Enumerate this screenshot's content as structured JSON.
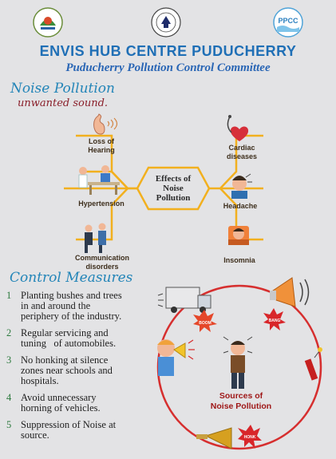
{
  "header": {
    "title": "ENVIS HUB CENTRE PUDUCHERRY",
    "subtitle": "Puducherry Pollution Control Committee",
    "logo_right_text": "PPCC"
  },
  "noise_pollution": {
    "heading": "Noise Pollution",
    "subheading": "unwanted sound.",
    "center": [
      "Effects of",
      "Noise",
      "Pollution"
    ],
    "effects": {
      "loss_of_hearing": [
        "Loss of",
        "Hearing"
      ],
      "hypertension": [
        "Hypertension"
      ],
      "communication_disorders": [
        "Communication",
        "disorders"
      ],
      "cardiac_diseases": [
        "Cardiac",
        "diseases"
      ],
      "headache": [
        "Headache"
      ],
      "insomnia": [
        "Insomnia"
      ]
    },
    "line_color": "#f2b01e"
  },
  "control_measures": {
    "heading": "Control Measures",
    "items": [
      {
        "num": "1",
        "lines": [
          "Planting bushes and trees",
          "in and around the",
          "periphery of the industry."
        ]
      },
      {
        "num": "2",
        "lines": [
          "Regular servicing and",
          "tuning   of automobiles."
        ]
      },
      {
        "num": "3",
        "lines": [
          "No honking at silence",
          "zones near schools and",
          "hospitals."
        ]
      },
      {
        "num": "4",
        "lines": [
          "Avoid unnecessary",
          "horning of vehicles."
        ]
      },
      {
        "num": "5",
        "lines": [
          "Suppression of Noise at",
          "source."
        ]
      }
    ]
  },
  "sources": {
    "label": [
      "Sources of",
      "Noise Pollution"
    ],
    "circle_color": "#d62f2f",
    "bang_texts": [
      "BOOM",
      "BANG",
      "HONK"
    ]
  }
}
